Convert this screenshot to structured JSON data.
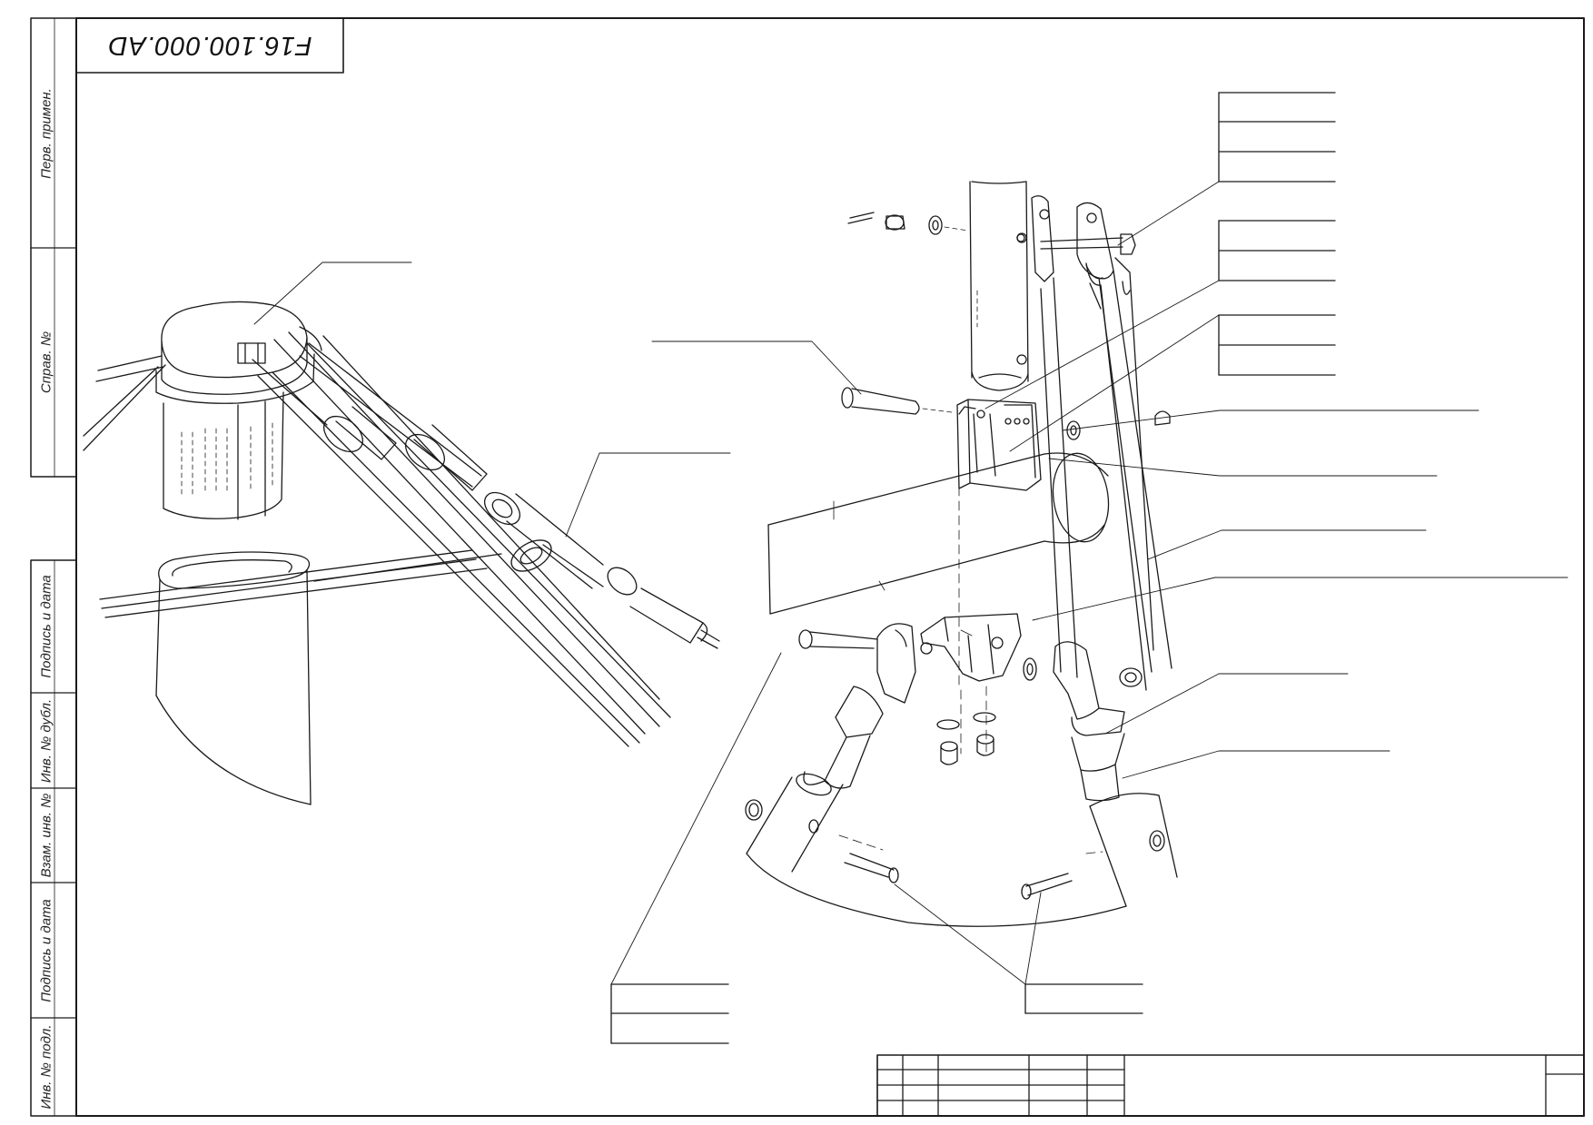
{
  "drawing": {
    "document_code": "F16.100.000.AD"
  },
  "side_stamp": [
    "Перв. примен.",
    "Справ. №",
    "Подпись и дата",
    "Инв. № дубл.",
    "Взам. инв. №",
    "Подпись и дата",
    "Инв. № подл."
  ],
  "colors": {
    "line": "#1a1a1a",
    "paper": "#ffffff"
  }
}
